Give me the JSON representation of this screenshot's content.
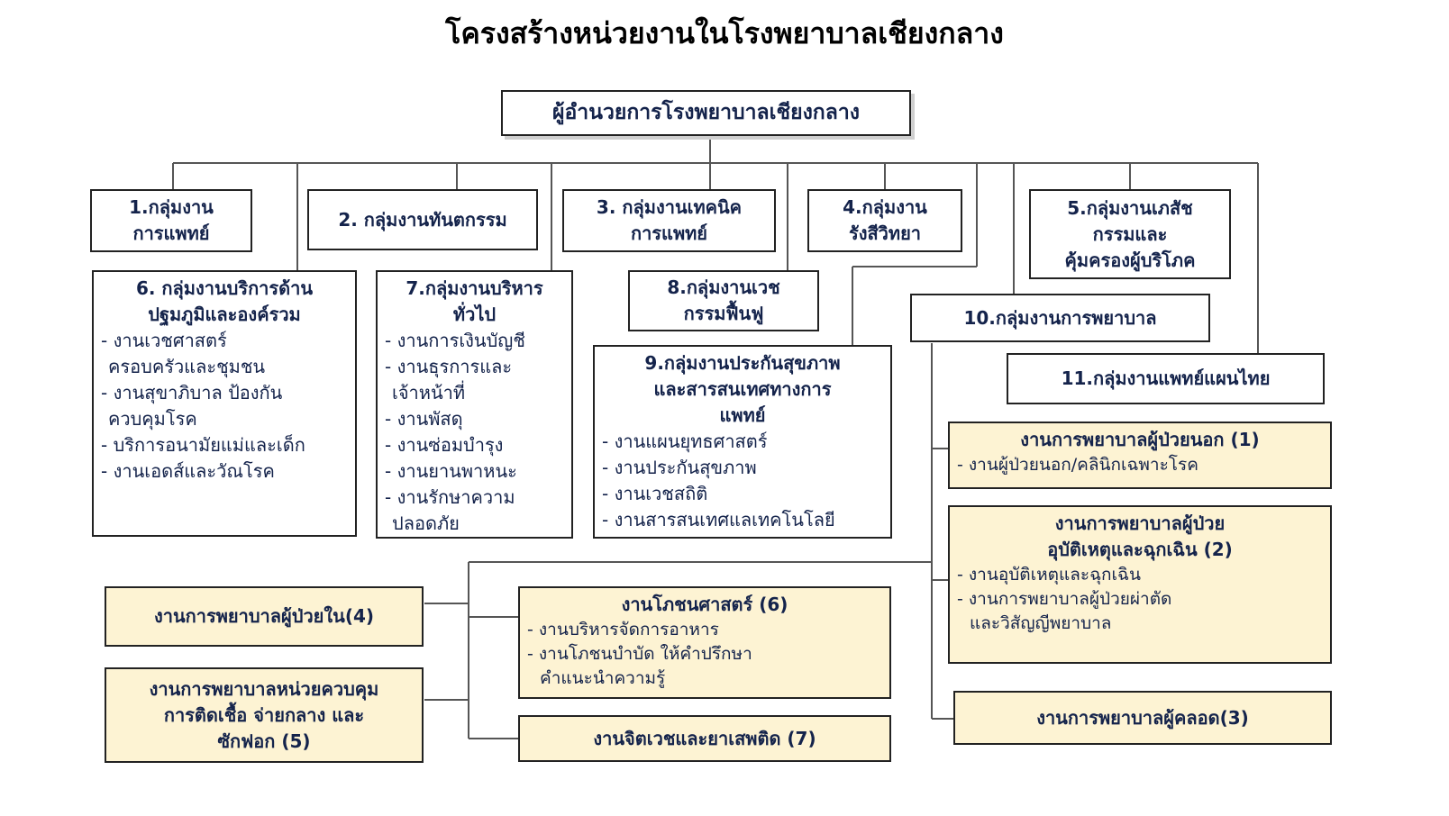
{
  "title": "โครงสร้างหน่วยงานในโรงพยาบาลเชียงกลาง",
  "director": "ผู้อำนวยการโรงพยาบาลเชียงกลาง",
  "groups": [
    {
      "id": "g1",
      "title_lines": [
        "1.กลุ่มงาน",
        "การแพทย์"
      ],
      "items": []
    },
    {
      "id": "g2",
      "title_lines": [
        "2. กลุ่มงานทันตกรรม"
      ],
      "items": []
    },
    {
      "id": "g3",
      "title_lines": [
        "3. กลุ่มงานเทคนิค",
        "การแพทย์"
      ],
      "items": []
    },
    {
      "id": "g4",
      "title_lines": [
        "4.กลุ่มงาน",
        "รังสีวิทยา"
      ],
      "items": []
    },
    {
      "id": "g5",
      "title_lines": [
        "5.กลุ่มงานเภสัช",
        "กรรมและ",
        "คุ้มครองผู้บริโภค"
      ],
      "items": []
    },
    {
      "id": "g6",
      "title_lines": [
        "6. กลุ่มงานบริการด้าน",
        "ปฐมภูมิและองค์รวม"
      ],
      "items": [
        "- งานเวชศาสตร์",
        "ครอบครัวและชุมชน",
        "- งานสุขาภิบาล ป้องกัน",
        "ควบคุมโรค",
        "- บริการอนามัยแม่และเด็ก",
        "- งานเอดส์และวัณโรค"
      ]
    },
    {
      "id": "g7",
      "title_lines": [
        "7.กลุ่มงานบริหาร",
        "ทั่วไป"
      ],
      "items": [
        "- งานการเงินบัญชี",
        "- งานธุรการและ",
        "เจ้าหน้าที่",
        "- งานพัสดุ",
        "- งานซ่อมบำรุง",
        "- งานยานพาหนะ",
        "- งานรักษาความ",
        "ปลอดภัย"
      ]
    },
    {
      "id": "g8",
      "title_lines": [
        "8.กลุ่มงานเวช",
        "กรรมฟื้นฟู"
      ],
      "items": []
    },
    {
      "id": "g9",
      "title_lines": [
        "9.กลุ่มงานประกันสุขภาพ",
        "และสารสนเทศทางการ",
        "แพทย์"
      ],
      "items": [
        "- งานแผนยุทธศาสตร์",
        "- งานประกันสุขภาพ",
        "- งานเวชสถิติ",
        "- งานสารสนเทศแลเทคโนโลยี"
      ]
    },
    {
      "id": "g10",
      "title_lines": [
        "10.กลุ่มงานการพยาบาล"
      ],
      "items": []
    },
    {
      "id": "g11",
      "title_lines": [
        "11.กลุ่มงานแพทย์แผนไทย"
      ],
      "items": []
    }
  ],
  "nursing_units": [
    {
      "id": "n1",
      "title_lines": [
        "งานการพยาบาลผู้ป่วยนอก (1)"
      ],
      "items": [
        "- งานผู้ป่วยนอก/คลินิกเฉพาะโรค"
      ]
    },
    {
      "id": "n2",
      "title_lines": [
        "งานการพยาบาลผู้ป่วย",
        "อุบัติเหตุและฉุกเฉิน (2)"
      ],
      "items": [
        "- งานอุบัติเหตุและฉุกเฉิน",
        "- งานการพยาบาลผู้ป่วยผ่าตัด",
        "และวิสัญญีพยาบาล"
      ]
    },
    {
      "id": "n3",
      "title_lines": [
        "งานการพยาบาลผู้คลอด(3)"
      ],
      "items": []
    },
    {
      "id": "n4",
      "title_lines": [
        "งานการพยาบาลผู้ป่วยใน(4)"
      ],
      "items": []
    },
    {
      "id": "n5",
      "title_lines": [
        "งานการพยาบาลหน่วยควบคุม",
        "การติดเชื้อ จ่ายกลาง และ",
        "ซักฟอก (5)"
      ],
      "items": []
    },
    {
      "id": "n6",
      "title_lines": [
        "งานโภชนศาสตร์ (6)"
      ],
      "items": [
        "- งานบริหารจัดการอาหาร",
        "- งานโภชนบำบัด ให้คำปรึกษา",
        "คำแนะนำความรู้"
      ]
    },
    {
      "id": "n7",
      "title_lines": [
        "งานจิตเวชและยาเสพติด (7)"
      ],
      "items": []
    }
  ]
}
